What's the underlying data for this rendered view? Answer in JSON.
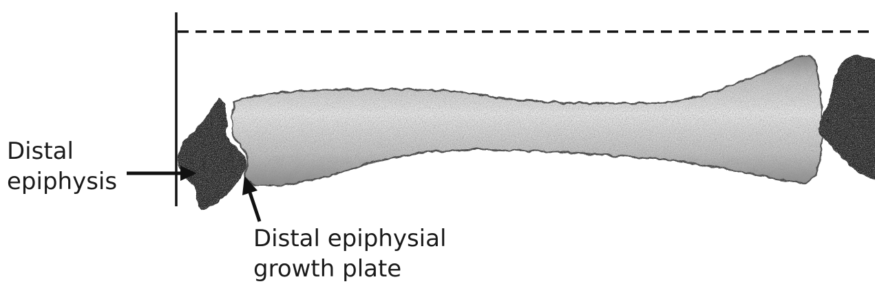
{
  "labels": {
    "distal_epiphysis": [
      "Distal",
      "epiphysis"
    ],
    "growth_plate": [
      "Distal epiphysial",
      "growth plate"
    ]
  },
  "colors": {
    "bone_light": "#ededed",
    "bone_mid": "#c6c6c6",
    "bone_dark": "#8a8a8a",
    "epiphysis": "#2b2b2b",
    "line": "#111111"
  },
  "icons": {
    "arrow_to_epiphysis": "arrow-right-icon",
    "arrow_to_growth_plate": "arrow-up-icon"
  }
}
